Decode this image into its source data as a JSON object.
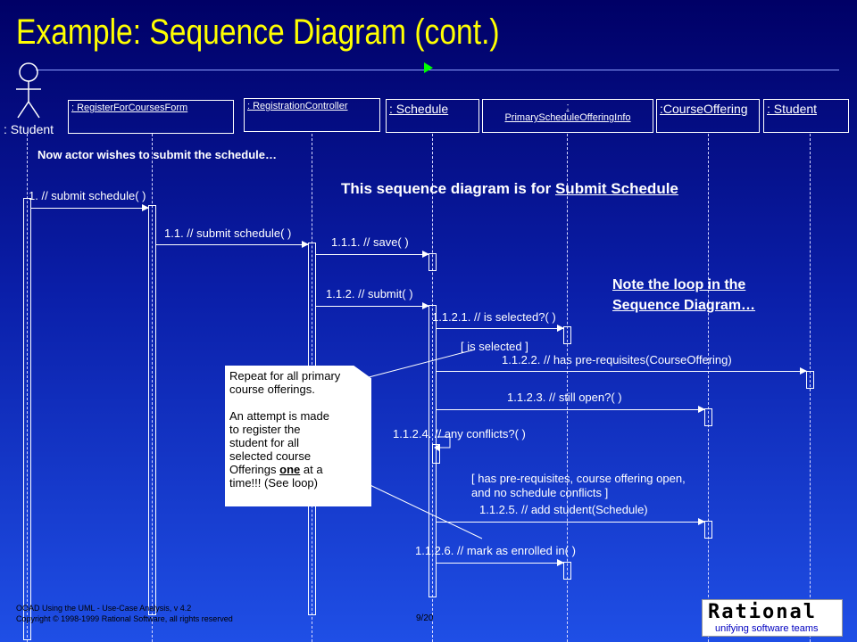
{
  "slide": {
    "title": "Example: Sequence Diagram (cont.)",
    "headline_prefix": "This sequence diagram is for ",
    "headline_link": "Submit Schedule",
    "loop_note_line1": "Note the loop in the ",
    "loop_note_line2": "Sequence Diagram…",
    "actor_note": "Now actor wishes to submit the schedule…",
    "page_number": "9/20",
    "footer_line1": "OOAD Using the UML - Use-Case Analysis, v 4.2",
    "footer_line2": "Copyright © 1998-1999 Rational Software, all rights reserved"
  },
  "objects": {
    "actor": ": Student",
    "form": " : RegisterForCoursesForm",
    "controller": " : RegistrationController",
    "schedule": " : Schedule",
    "primary_line1": ":",
    "primary_line2": "PrimaryScheduleOfferingInfo",
    "course_offering": ":CourseOffering",
    "student": " : Student"
  },
  "messages": {
    "m1": "1. // submit schedule( )",
    "m1_1": "1.1. // submit schedule( )",
    "m1_1_1": "1.1.1. // save( )",
    "m1_1_2": "1.1.2. // submit( )",
    "m1_1_2_1": "1.1.2.1. // is selected?( )",
    "guard1": "[ is selected ]",
    "m1_1_2_2": "1.1.2.2. // has pre-requisites(CourseOffering)",
    "m1_1_2_3": "1.1.2.3. // still open?( )",
    "m1_1_2_4": "1.1.2.4. // any conflicts?( )",
    "guard2_line1": "[ has pre-requisites, course offering open,",
    "guard2_line2": "and no schedule conflicts ]",
    "m1_1_2_5": "1.1.2.5. // add student(Schedule)",
    "m1_1_2_6": "1.1.2.6. // mark as enrolled in( )"
  },
  "comment": {
    "line1": "Repeat for all primary",
    "line2": "course offerings.",
    "line3": "An attempt is made",
    "line4": "to register the",
    "line5": "student for all",
    "line6": "selected course",
    "line7_a": "Offerings ",
    "line7_b": "one",
    "line7_c": " at a",
    "line8": " time!!!  (See loop)"
  },
  "logo": {
    "top": "Rational",
    "bottom": "unifying software teams"
  },
  "colors": {
    "title": "#ffff00",
    "accent_arrow": "#00ff00"
  }
}
